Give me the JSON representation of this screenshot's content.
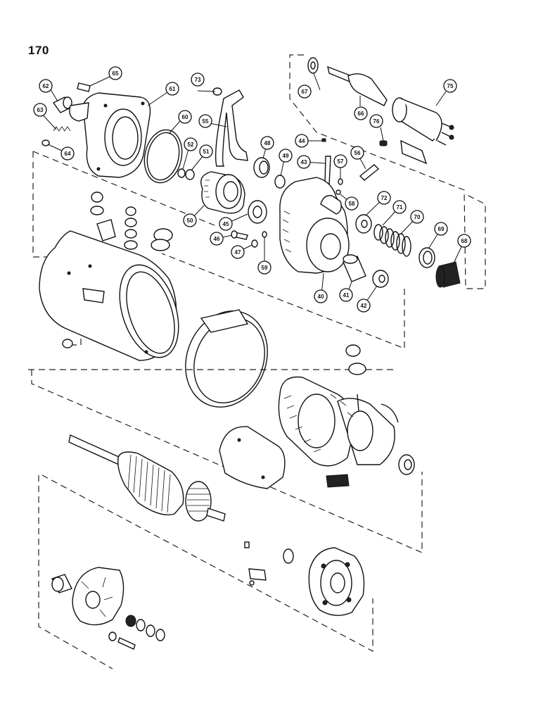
{
  "page": {
    "number": "170"
  },
  "callouts": {
    "c40": "40",
    "c41": "41",
    "c42": "42",
    "c43": "43",
    "c44": "44",
    "c45": "45",
    "c46": "46",
    "c47": "47",
    "c48": "48",
    "c49": "49",
    "c50": "50",
    "c51": "51",
    "c52": "52",
    "c55": "55",
    "c56": "56",
    "c57": "57",
    "c58": "58",
    "c59": "59",
    "c60": "60",
    "c61": "61",
    "c62": "62",
    "c63": "63",
    "c64": "64",
    "c65": "65",
    "c66": "66",
    "c67": "67",
    "c68": "68",
    "c69": "69",
    "c70": "70",
    "c71": "71",
    "c72": "72",
    "c73": "73",
    "c75": "75",
    "c76": "76"
  }
}
